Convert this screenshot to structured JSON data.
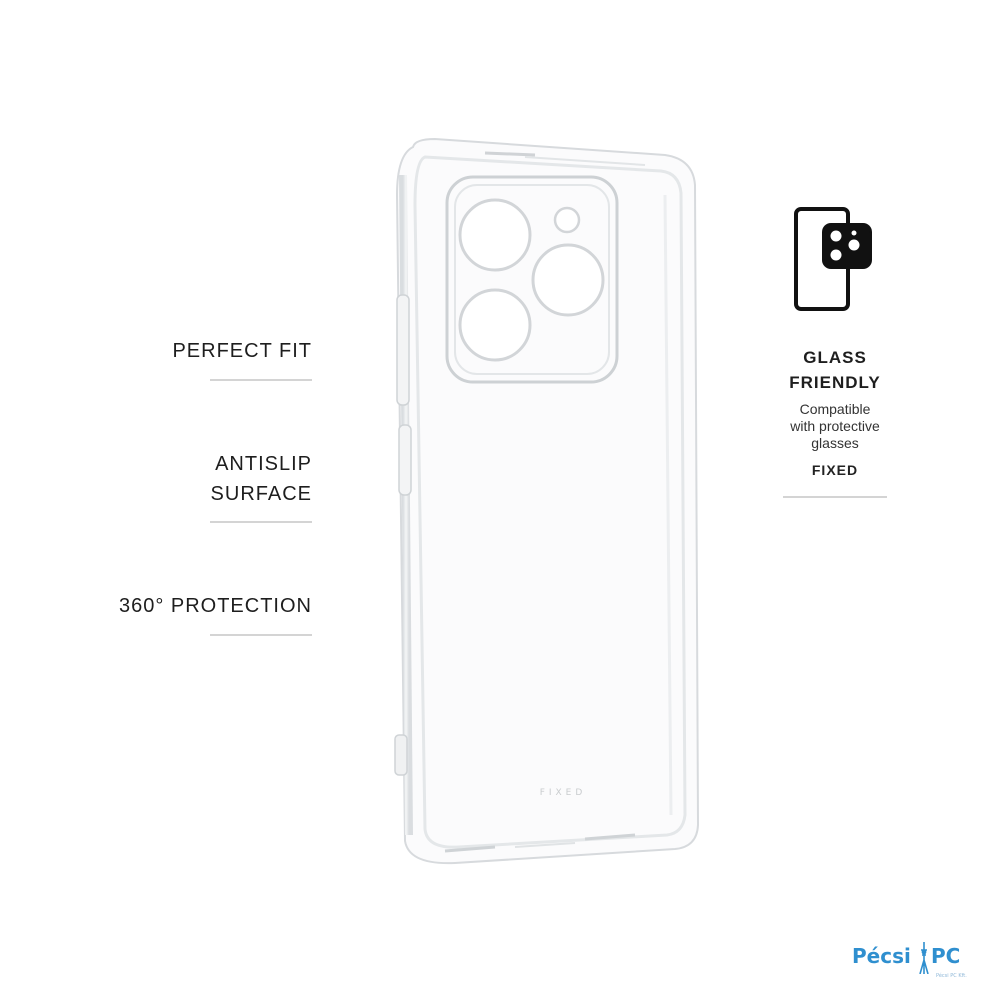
{
  "features": [
    {
      "label_lines": [
        "PERFECT FIT"
      ]
    },
    {
      "label_lines": [
        "ANTISLIP",
        "SURFACE"
      ]
    },
    {
      "label_lines": [
        "360° PROTECTION"
      ]
    }
  ],
  "product": {
    "name": "transparent-phone-case",
    "embossed_brand": "FIXED"
  },
  "glass_friendly": {
    "icon": "phone-with-camera-glass-icon",
    "title_lines": [
      "GLASS",
      "FRIENDLY"
    ],
    "desc_lines": [
      "Compatible",
      "with protective",
      "glasses"
    ],
    "brand": "FIXED"
  },
  "watermark": {
    "text_left": "Pécsi",
    "text_right": "PC",
    "subtext": "Pécsi PC Kft."
  },
  "colors": {
    "text": "#1e1e1e",
    "divider": "#d4d4d4",
    "watermark": "#2f8fcf"
  }
}
